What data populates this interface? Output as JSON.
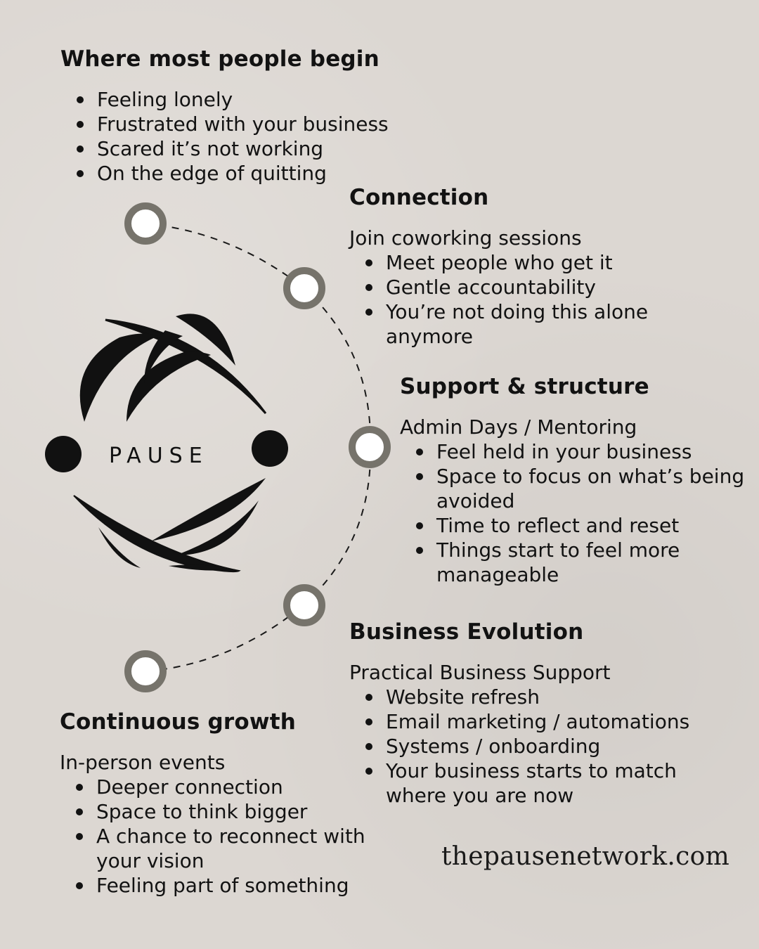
{
  "colors": {
    "background": "#dcd7d2",
    "node_ring": "#76736b",
    "node_fill": "#ffffff",
    "text": "#121212"
  },
  "logo": {
    "word": "PAUSE"
  },
  "stages": [
    {
      "title": "Where most people begin",
      "subtitle": "",
      "items": [
        "Feeling lonely",
        "Frustrated with your business",
        "Scared it’s not working",
        "On the edge of quitting"
      ]
    },
    {
      "title": "Connection",
      "subtitle": "Join coworking sessions",
      "items": [
        "Meet people who get it",
        "Gentle accountability",
        "You’re not doing this alone anymore"
      ]
    },
    {
      "title": "Support & structure",
      "subtitle": "Admin Days / Mentoring",
      "items": [
        "Feel held in your business",
        "Space to focus on what’s being avoided",
        "Time to reflect and reset",
        "Things start to feel more manageable"
      ]
    },
    {
      "title": "Business Evolution",
      "subtitle": "Practical Business Support",
      "items": [
        "Website refresh",
        "Email marketing / automations",
        "Systems / onboarding",
        "Your business starts to match where you are now"
      ]
    },
    {
      "title": "Continuous growth",
      "subtitle": "In-person events",
      "items": [
        "Deeper connection",
        "Space to think bigger",
        "A chance to reconnect with your vision",
        "Feeling part of something"
      ]
    }
  ],
  "footer": {
    "url": "thepausenetwork.com"
  }
}
